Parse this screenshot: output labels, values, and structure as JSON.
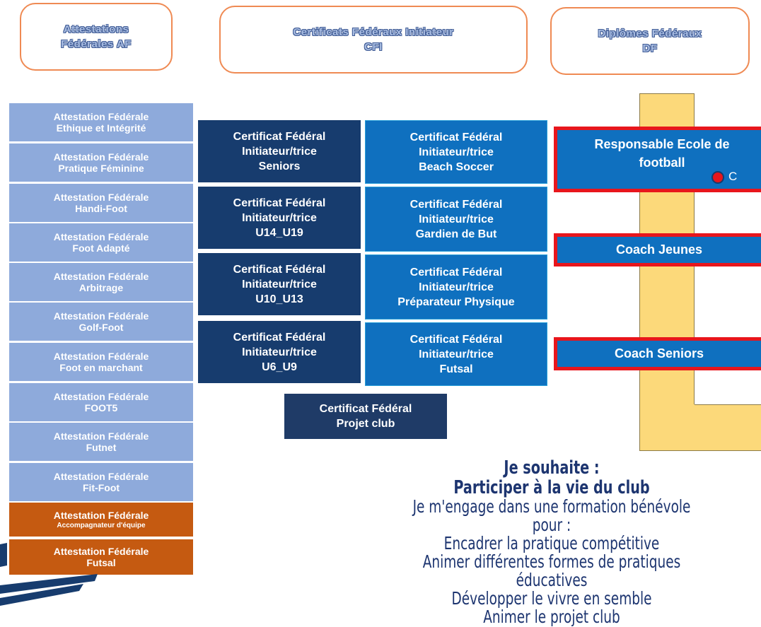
{
  "headers": [
    {
      "label": "Attestations\nFédérales AF"
    },
    {
      "label": "Certificats Fédéraux Initiateur\nCFI"
    },
    {
      "label": "Diplômes Fédéraux\nDF"
    }
  ],
  "attestations": [
    {
      "title": "Attestation Fédérale",
      "subtitle": "Ethique et Intégrité"
    },
    {
      "title": "Attestation Fédérale",
      "subtitle": "Pratique Féminine"
    },
    {
      "title": "Attestation Fédérale",
      "subtitle": "Handi-Foot"
    },
    {
      "title": "Attestation Fédérale",
      "subtitle": "Foot Adapté"
    },
    {
      "title": "Attestation Fédérale",
      "subtitle": "Arbitrage"
    },
    {
      "title": "Attestation Fédérale",
      "subtitle": "Golf-Foot"
    },
    {
      "title": "Attestation Fédérale",
      "subtitle": "Foot en marchant"
    },
    {
      "title": "Attestation Fédérale",
      "subtitle": "FOOT5"
    },
    {
      "title": "Attestation Fédérale",
      "subtitle": "Futnet"
    },
    {
      "title": "Attestation Fédérale",
      "subtitle": "Fit-Foot"
    },
    {
      "title": "Attestation Fédérale",
      "subtitle": "Accompagnateur d'équipe"
    },
    {
      "title": "Attestation Fédérale",
      "subtitle": "Futsal"
    }
  ],
  "cfi_left": [
    {
      "l1": "Certificat Fédéral",
      "l2": "Initiateur/trice",
      "l3": "Seniors"
    },
    {
      "l1": "Certificat Fédéral",
      "l2": "Initiateur/trice",
      "l3": "U14_U19"
    },
    {
      "l1": "Certificat Fédéral",
      "l2": "Initiateur/trice",
      "l3": "U10_U13"
    },
    {
      "l1": "Certificat Fédéral",
      "l2": "Initiateur/trice",
      "l3": "U6_U9"
    }
  ],
  "cfi_right": [
    {
      "l1": "Certificat Fédéral",
      "l2": "Initiateur/trice",
      "l3": "Beach Soccer"
    },
    {
      "l1": "Certificat Fédéral",
      "l2": "Initiateur/trice",
      "l3": "Gardien de But"
    },
    {
      "l1": "Certificat Fédéral",
      "l2": "Initiateur/trice",
      "l3": "Préparateur Physique"
    },
    {
      "l1": "Certificat Fédéral",
      "l2": "Initiateur/trice",
      "l3": "Futsal"
    }
  ],
  "projet": {
    "l1": "Certificat Fédéral",
    "l2": "Projet club"
  },
  "diplomes": {
    "responsable": {
      "l1": "Responsable Ecole de",
      "l2": "football",
      "badge": "C"
    },
    "jeunes": "Coach Jeunes",
    "seniors": "Coach Seniors"
  },
  "message": {
    "l1": "Je souhaite :",
    "l2": "Participer à la vie du club",
    "l3": "Je m'engage dans une formation bénévole pour :",
    "l4": "Encadrer la pratique compétitive",
    "l5": "Animer différentes formes de pratiques éducatives",
    "l6": "Développer le vivre en semble",
    "l7": "Animer le projet club"
  },
  "colors": {
    "header_border": "#ef8a53",
    "af_blue": "#8eaadb",
    "af_orange": "#c55a11",
    "cfi_dark": "#173c6e",
    "cfi_mid": "#0f70bf",
    "df_border": "#e8161c",
    "yellow": "#fcd97a",
    "text_navy": "#1d3570"
  }
}
